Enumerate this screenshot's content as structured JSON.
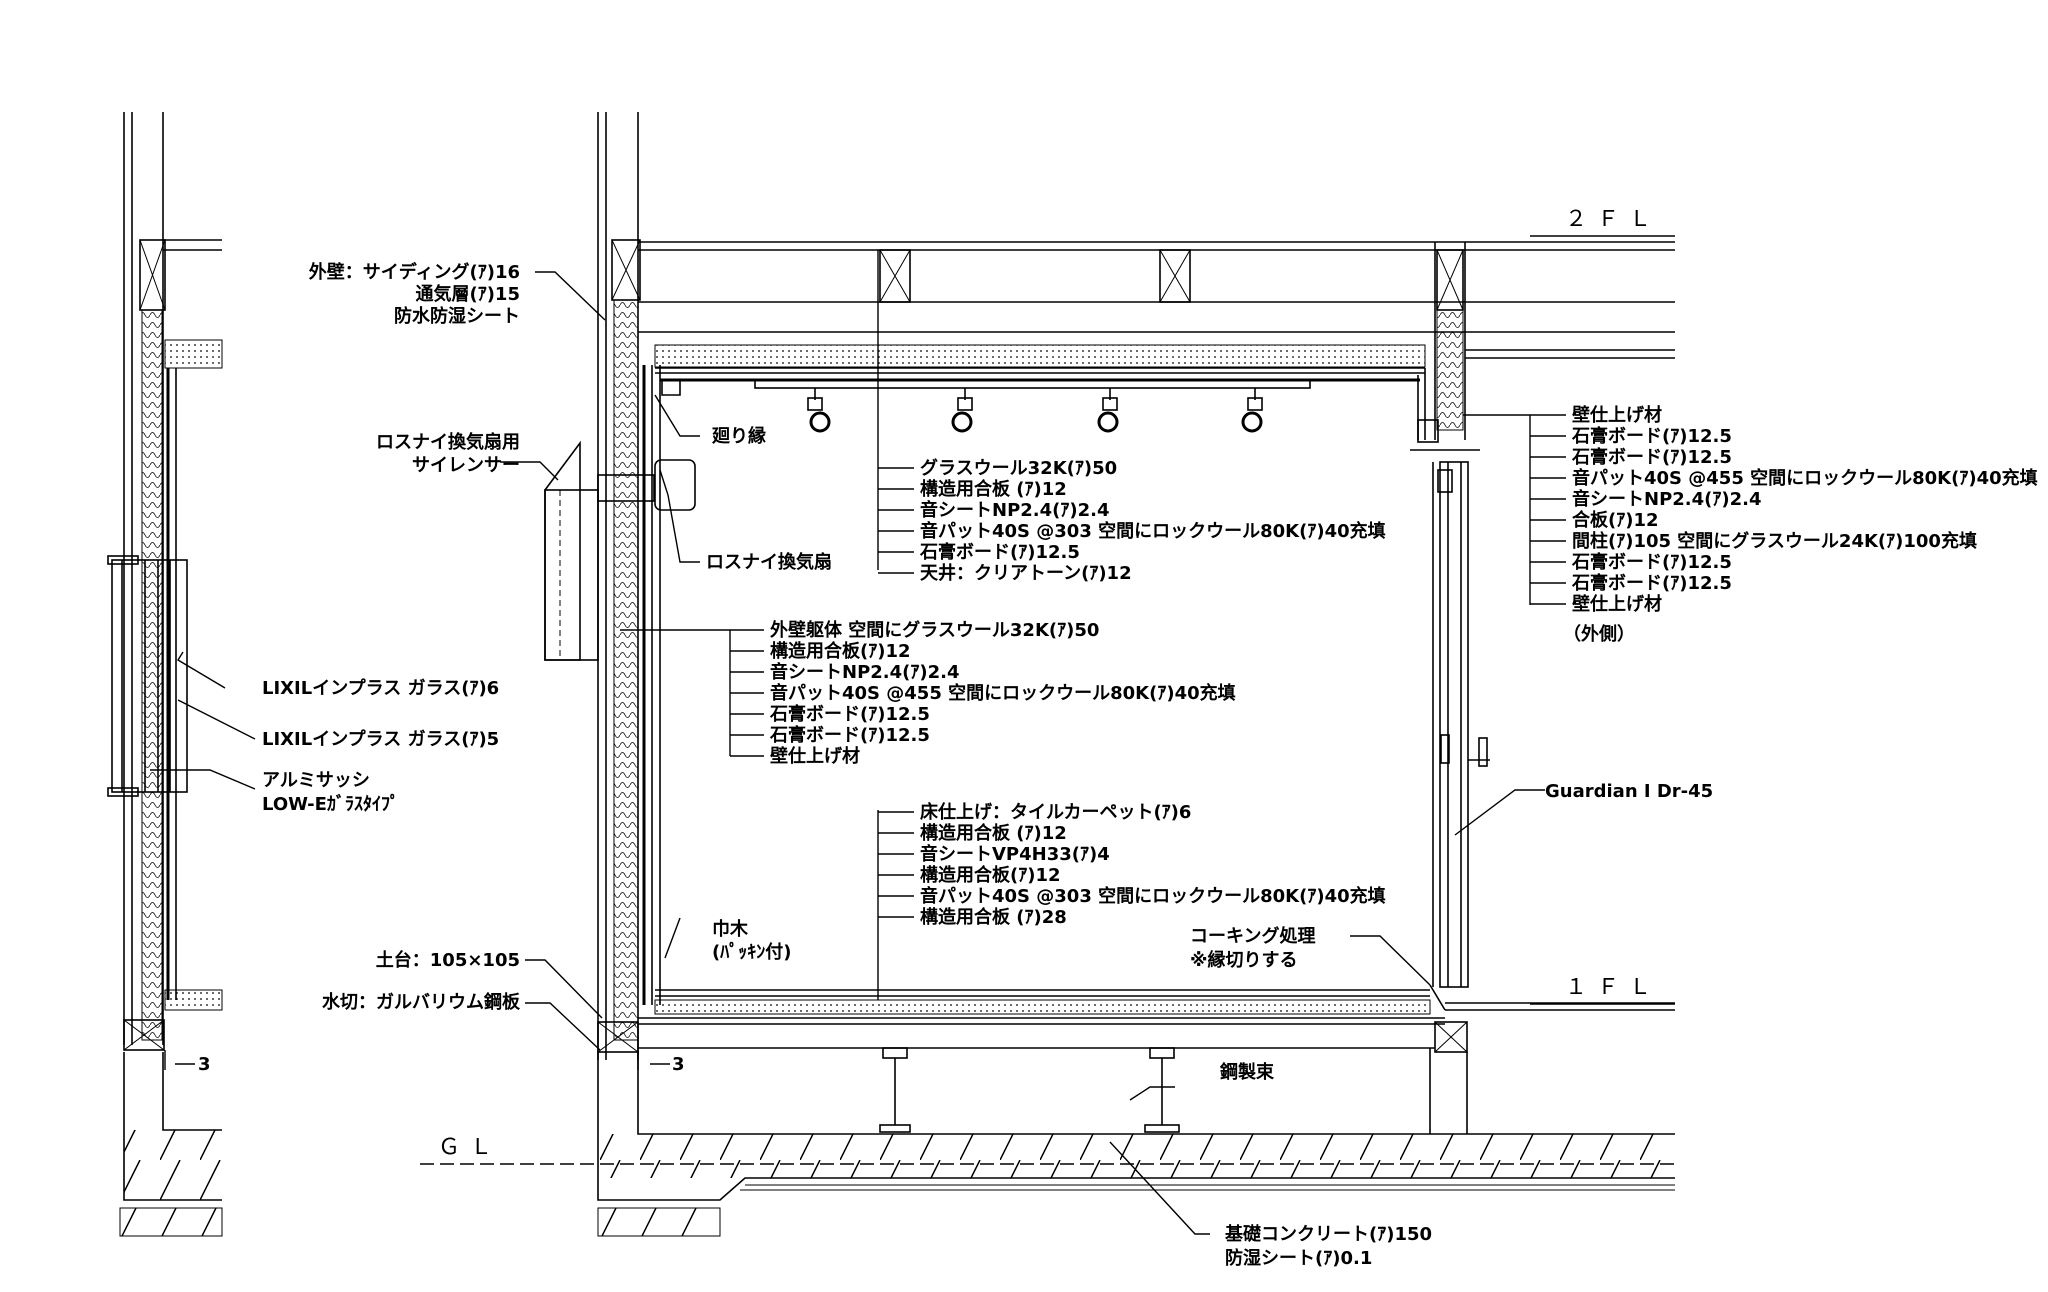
{
  "levels": {
    "fl2": "２ＦＬ",
    "fl1": "１ＦＬ",
    "gl": "ＧＬ"
  },
  "left_labels": {
    "exterior": [
      "外壁：サイディング(ｱ)16",
      "通気層(ｱ)15",
      "防水防湿シート"
    ],
    "silencer": [
      "ロスナイ換気扇用",
      "サイレンサー"
    ],
    "glass6": "LIXILインプラス ガラス(ｱ)6",
    "glass5": "LIXILインプラス ガラス(ｱ)5",
    "sash": [
      "アルミサッシ",
      "LOW-Eｶﾞﾗｽﾀｲﾌﾟ"
    ],
    "sill": "土台：105×105",
    "flashing": "水切：ガルバリウム鋼板",
    "dim_left": "3",
    "dim_mid": "3"
  },
  "interior_labels": {
    "trim": "廻り縁",
    "fan": "ロスナイ換気扇",
    "baseboard": [
      "巾木",
      "(ﾊﾟｯｷﾝ付)"
    ],
    "post": "鋼製束",
    "caulk": [
      "コーキング処理",
      "※縁切りする"
    ],
    "foundation": [
      "基礎コンクリート(ｱ)150",
      "防湿シート(ｱ)0.1"
    ]
  },
  "ceiling_spec": [
    "グラスウール32K(ｱ)50",
    "構造用合板 (ｱ)12",
    "音シートNP2.4(ｱ)2.4",
    "音パット40S @303 空間にロックウール80K(ｱ)40充填",
    "石膏ボード(ｱ)12.5",
    "天井：クリアトーン(ｱ)12"
  ],
  "exterior_wall_spec": [
    "外壁躯体 空間にグラスウール32K(ｱ)50",
    "構造用合板(ｱ)12",
    "音シートNP2.4(ｱ)2.4",
    "音パット40S @455 空間にロックウール80K(ｱ)40充填",
    "石膏ボード(ｱ)12.5",
    "石膏ボード(ｱ)12.5",
    "壁仕上げ材"
  ],
  "floor_spec": [
    "床仕上げ：タイルカーペット(ｱ)6",
    "構造用合板 (ｱ)12",
    "音シートVP4H33(ｱ)4",
    "構造用合板(ｱ)12",
    "音パット40S @303 空間にロックウール80K(ｱ)40充填",
    "構造用合板 (ｱ)28"
  ],
  "partition_spec": [
    "壁仕上げ材",
    "石膏ボード(ｱ)12.5",
    "石膏ボード(ｱ)12.5",
    "音パット40S @455 空間にロックウール80K(ｱ)40充填",
    "音シートNP2.4(ｱ)2.4",
    "合板(ｱ)12",
    "間柱(ｱ)105 空間にグラスウール24K(ｱ)100充填",
    "石膏ボード(ｱ)12.5",
    "石膏ボード(ｱ)12.5",
    "壁仕上げ材"
  ],
  "partition_note": "（外側）",
  "door": "Guardian I Dr-45"
}
